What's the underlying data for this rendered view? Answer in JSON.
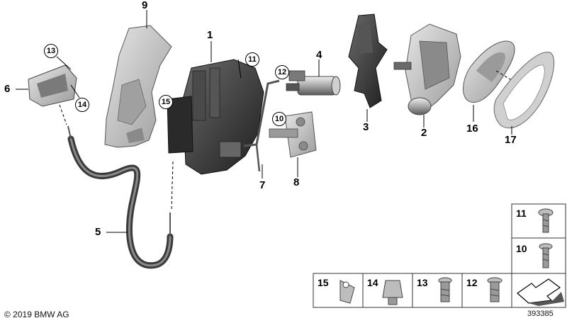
{
  "callouts": {
    "c1": "1",
    "c2": "2",
    "c3": "3",
    "c4": "4",
    "c5": "5",
    "c6": "6",
    "c7": "7",
    "c8": "8",
    "c9": "9",
    "c16": "16",
    "c17": "17",
    "k10": "10",
    "k11": "11",
    "k12": "12",
    "k13": "13",
    "k14": "14",
    "k15": "15"
  },
  "legend": {
    "r11": "11",
    "r10": "10",
    "b15": "15",
    "b14": "14",
    "b13": "13",
    "b12": "12"
  },
  "footer": {
    "copyright": "© 2019 BMW AG",
    "image_number": "393385"
  },
  "colors": {
    "part_light": "#c9c9c9",
    "part_mid": "#9a9a9a",
    "part_dark": "#3a3a3a",
    "line": "#000000"
  }
}
